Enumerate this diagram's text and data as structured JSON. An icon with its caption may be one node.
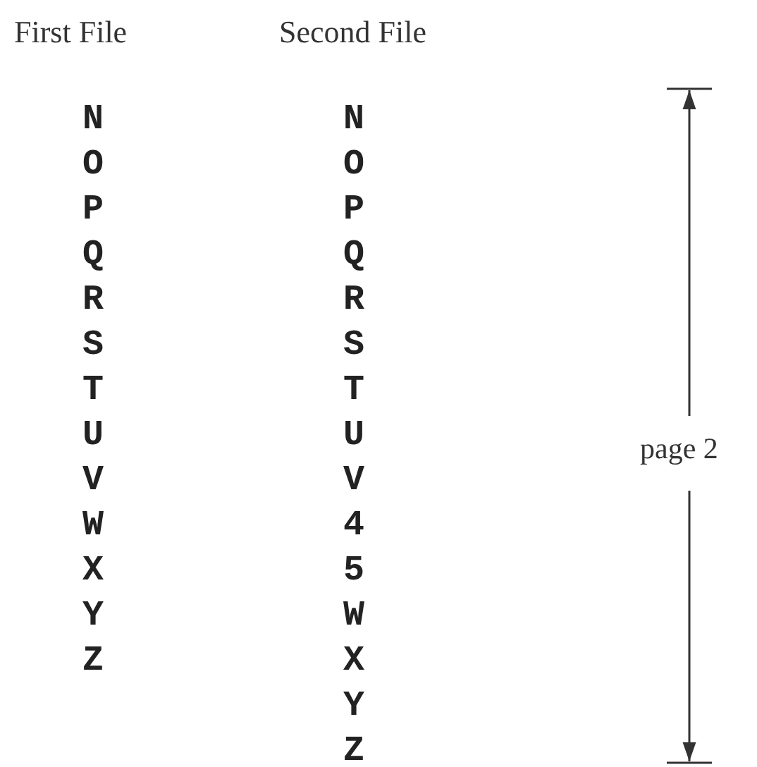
{
  "diagram": {
    "labels": [
      "First File",
      "N",
      "O",
      "P",
      "Q",
      "R",
      "S",
      "T",
      "U",
      "V",
      "W",
      "X",
      "Y",
      "Z",
      "Second File",
      "N",
      "O",
      "P",
      "Q",
      "R",
      "S",
      "T",
      "U",
      "V",
      "4",
      "5",
      "W",
      "X",
      "Y",
      "Z",
      "page 2"
    ]
  }
}
